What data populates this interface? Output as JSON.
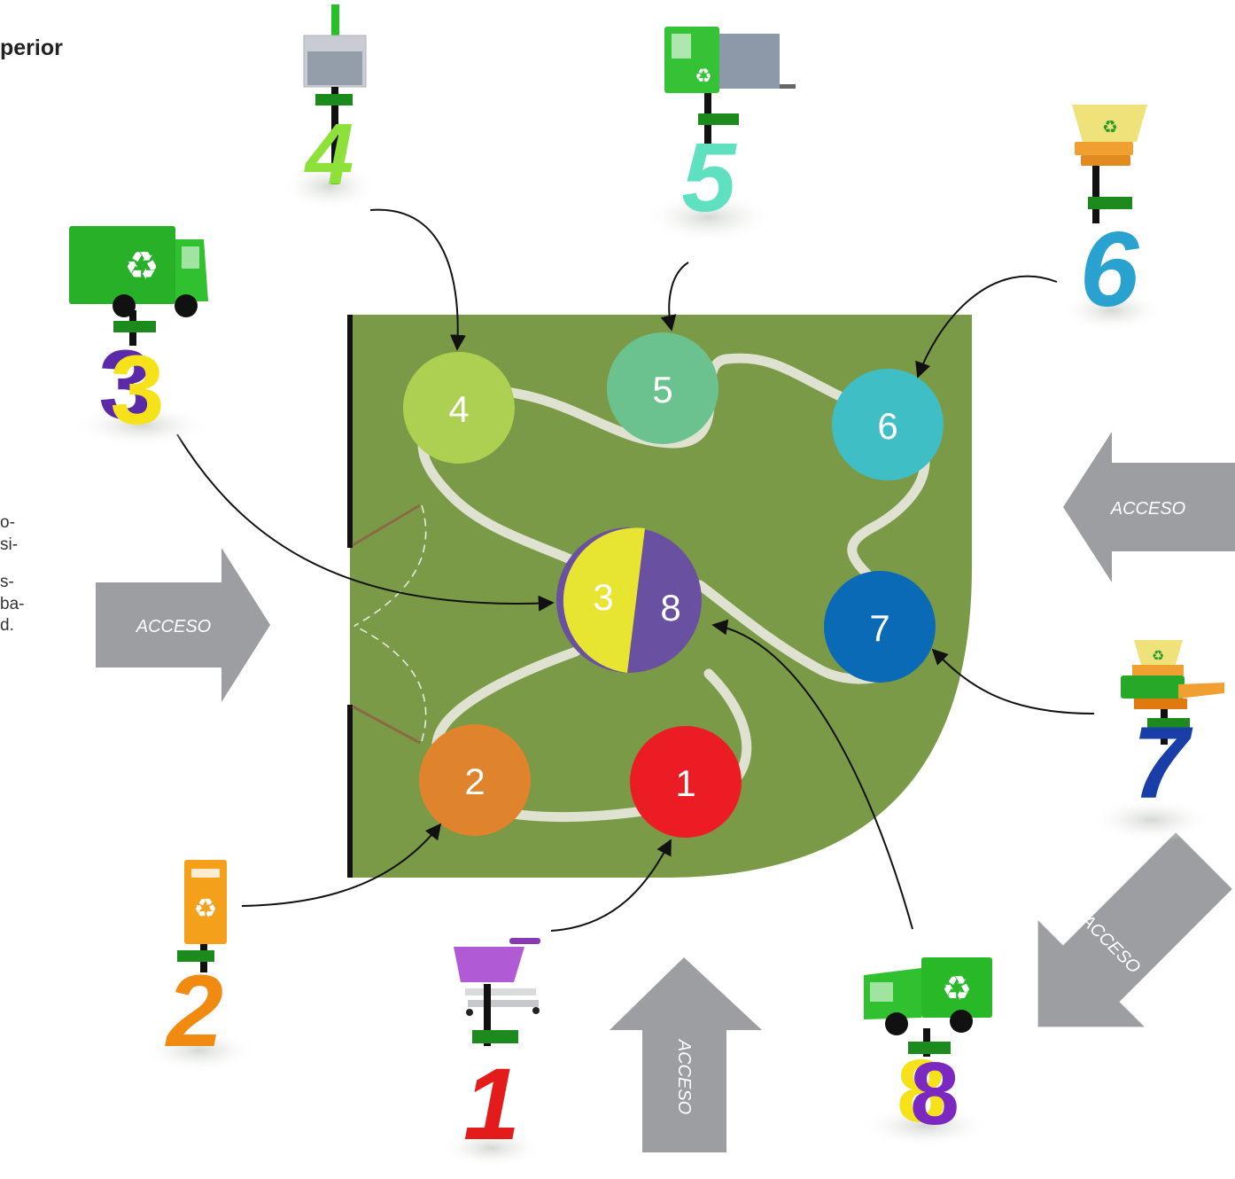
{
  "header": {
    "title_fragment": "perior"
  },
  "side_text": {
    "lines": [
      "o-",
      "si-",
      "",
      "s-",
      "ba-",
      "d."
    ]
  },
  "colors": {
    "floor": "#7a9a47",
    "path": "#dfe2d0",
    "arrow_gray": "#9d9ea1",
    "wall": "#111111",
    "door": "#8a6a45"
  },
  "stations": [
    {
      "id": "1",
      "label": "1",
      "color": "#ec1c24"
    },
    {
      "id": "2",
      "label": "2",
      "color": "#df832c"
    },
    {
      "id": "3",
      "label": "3",
      "color": "#e8e532"
    },
    {
      "id": "4",
      "label": "4",
      "color": "#add052"
    },
    {
      "id": "5",
      "label": "5",
      "color": "#6cc28f"
    },
    {
      "id": "6",
      "label": "6",
      "color": "#40bec5"
    },
    {
      "id": "7",
      "label": "7",
      "color": "#0b6ab5"
    },
    {
      "id": "8",
      "label": "8",
      "color": "#6950a1"
    }
  ],
  "access": {
    "left": "ACCESO",
    "right": "ACCESO",
    "bottom": "ACCESO",
    "bottom_right": "ACCESO"
  },
  "figures": [
    {
      "number": "1",
      "object": "shopping-cart",
      "number_color": "#e41b1b",
      "object_color": "#b05ad6"
    },
    {
      "number": "2",
      "object": "recycling-bin",
      "number_color": "#f08a10",
      "object_color": "#f5a01a"
    },
    {
      "number": "3",
      "object": "recycling-truck",
      "number_color": "#f5e21a",
      "object_color": "#28b028"
    },
    {
      "number": "4",
      "object": "compactor-bale",
      "number_color": "#8ee03a",
      "object_color": "#28c028"
    },
    {
      "number": "5",
      "object": "forklift-bale",
      "number_color": "#5fe0c0",
      "object_color": "#38c038"
    },
    {
      "number": "6",
      "object": "hopper",
      "number_color": "#2aa2d0",
      "object_color": "#efe27a"
    },
    {
      "number": "7",
      "object": "conveyor-hopper",
      "number_color": "#1a3ea8",
      "object_color": "#f5a020"
    },
    {
      "number": "8",
      "object": "recycling-truck",
      "number_color": "#7a28c0",
      "object_color": "#28b828"
    }
  ],
  "recycle_symbol": "♻"
}
